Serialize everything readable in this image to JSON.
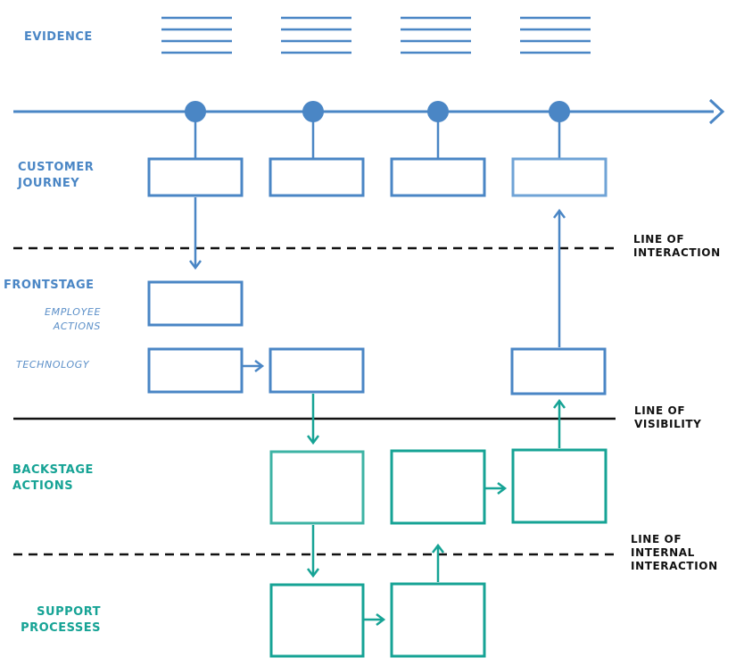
{
  "lanes": {
    "evidence": "EVIDENCE",
    "customer_journey": "CUSTOMER\nJOURNEY",
    "frontstage": "FRONTSTAGE",
    "employee_actions": "EMPLOYEE\nACTIONS",
    "technology": "TECHNOLOGY",
    "backstage_actions": "BACKSTAGE\nACTIONS",
    "support_processes": "SUPPORT\nPROCESSES"
  },
  "lines": {
    "interaction": "LINE OF\nINTERACTION",
    "visibility": "LINE OF\nVISIBILITY",
    "internal_interaction": "LINE OF\nINTERNAL\nINTERACTION"
  },
  "colors": {
    "blue": "#4a86c5",
    "light_blue": "#6fa3d6",
    "teal": "#16a395",
    "teal_light": "#3db3a4",
    "black": "#111111"
  }
}
